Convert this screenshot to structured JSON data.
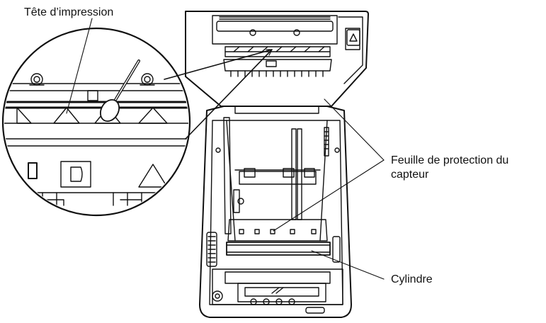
{
  "labels": {
    "print_head": "Tête d’impression",
    "sensor_sheet_line1": "Feuille de protection du",
    "sensor_sheet_line2": "capteur",
    "platen": "Cylindre"
  },
  "colors": {
    "line": "#111111",
    "background": "#ffffff"
  }
}
